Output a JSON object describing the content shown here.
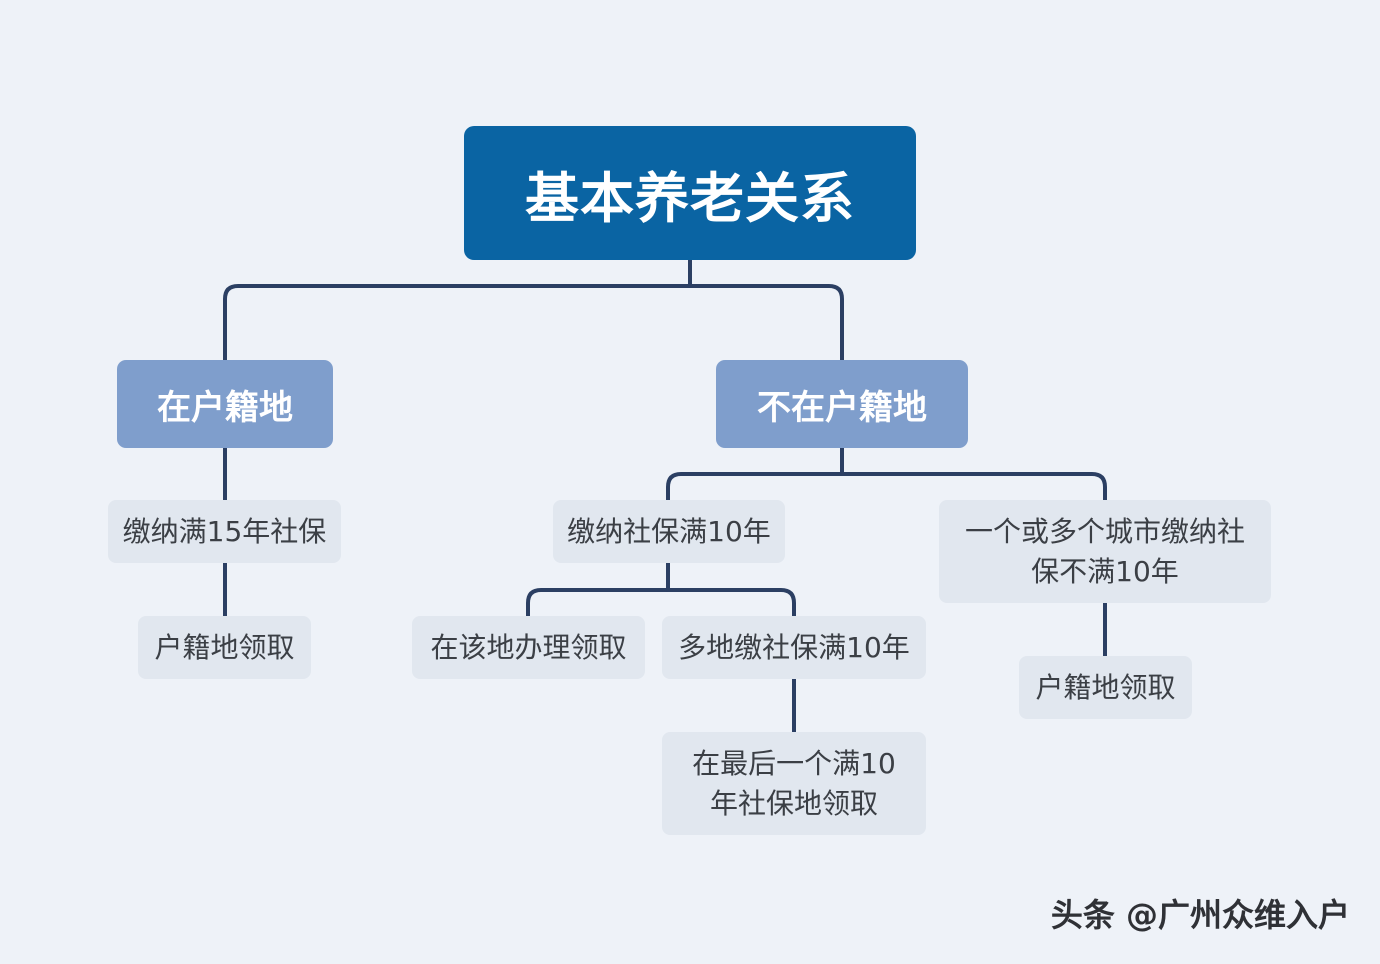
{
  "title": "基本养老关系",
  "branches": {
    "left": {
      "label": "在户籍地",
      "condition": "缴纳满15年社保",
      "result": "户籍地领取"
    },
    "right": {
      "label": "不在户籍地",
      "option_a": {
        "label": "缴纳社保满10年",
        "sub_a": "在该地办理领取",
        "sub_b": "多地缴社保满10年",
        "sub_b_result": "在最后一个满10年社保地领取"
      },
      "option_b": {
        "label": "一个或多个城市缴纳社保不满10年",
        "result": "户籍地领取"
      }
    }
  },
  "watermark": "头条 @广州众维入户",
  "colors": {
    "background": "#eef2f8",
    "root_fill": "#0a64a3",
    "branch_fill": "#7f9ecc",
    "leaf_fill": "#e1e7ef",
    "connector": "#2b3f63"
  }
}
